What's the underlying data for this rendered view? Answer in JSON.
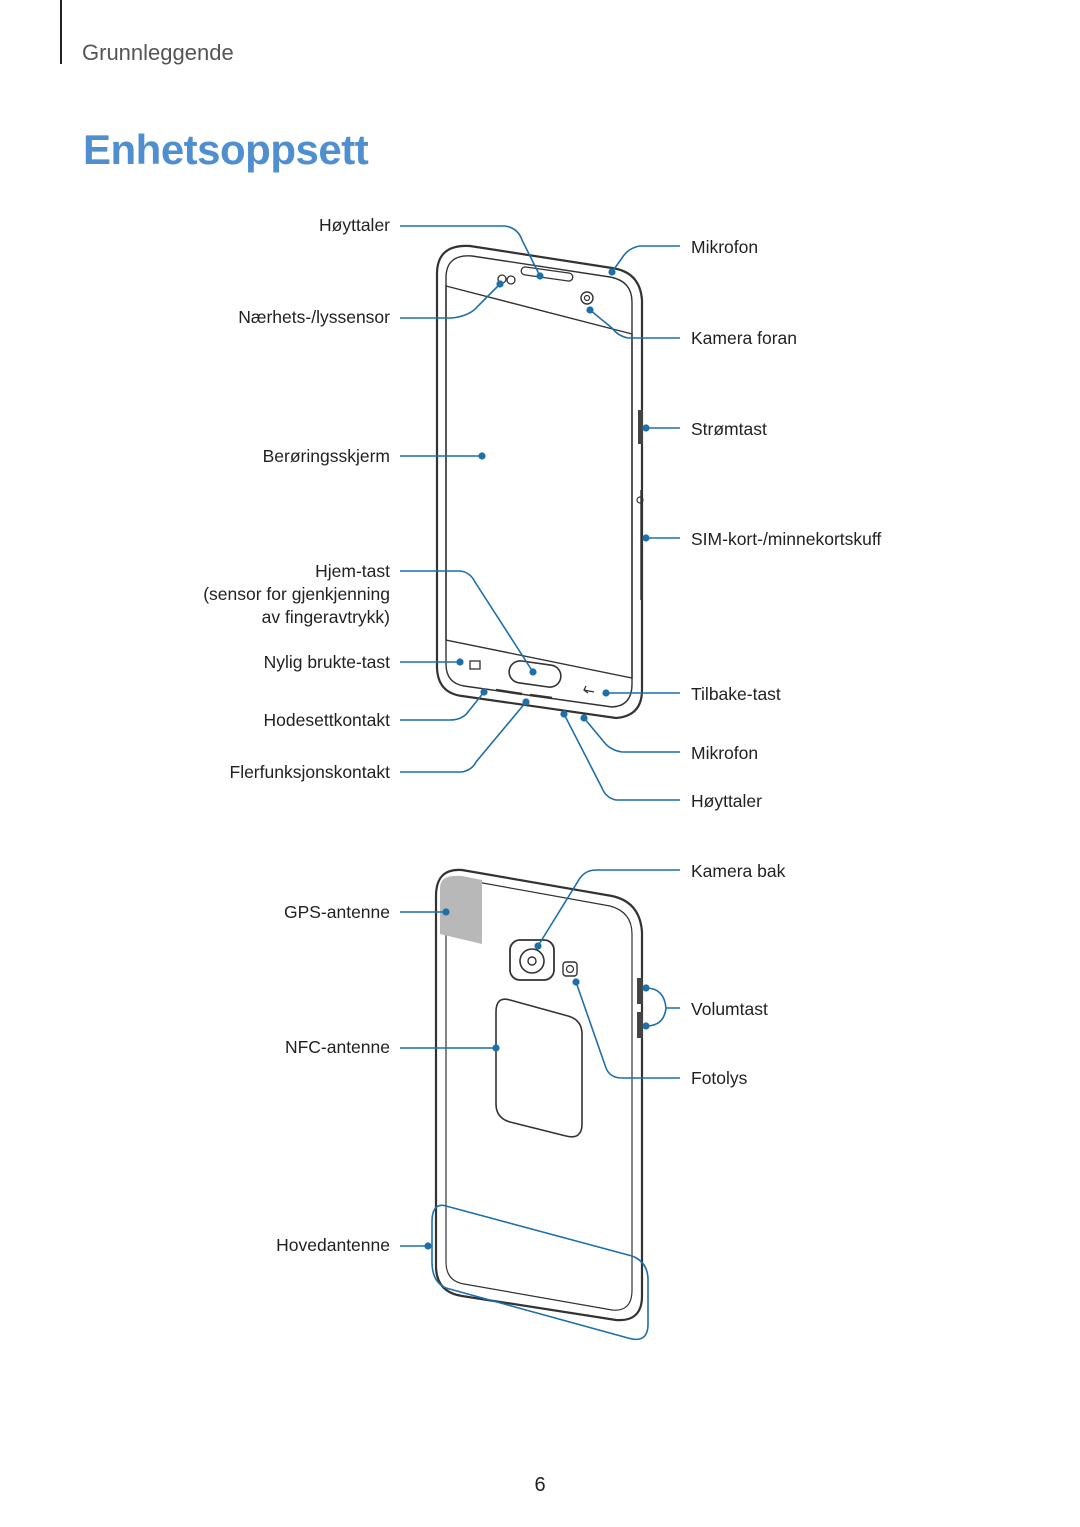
{
  "header": {
    "section": "Grunnleggende"
  },
  "title": "Enhetsoppsett",
  "front_labels": {
    "speaker_top": "Høyttaler",
    "proximity_sensor": "Nærhets-/lyssensor",
    "touchscreen": "Berøringsskjerm",
    "home_key": "Hjem-tast",
    "home_key_note_1": "(sensor for gjenkjenning",
    "home_key_note_2": "av fingeravtrykk)",
    "recent_key": "Nylig brukte-tast",
    "headset_jack": "Hodesettkontakt",
    "multipurpose_jack": "Flerfunksjonskontakt",
    "mic_top": "Mikrofon",
    "front_camera": "Kamera foran",
    "power_key": "Strømtast",
    "sim_tray": "SIM-kort-/minnekortskuff",
    "back_key": "Tilbake-tast",
    "mic_bottom": "Mikrofon",
    "speaker_bottom": "Høyttaler"
  },
  "back_labels": {
    "gps_antenna": "GPS-antenne",
    "nfc_antenna": "NFC-antenne",
    "main_antenna": "Hovedantenne",
    "rear_camera": "Kamera bak",
    "volume_key": "Volumtast",
    "flash": "Fotolys"
  },
  "colors": {
    "accent": "#4f8fd0",
    "callout": "#1f6fa8",
    "gps_area": "#b8b8b8"
  },
  "page_number": "6"
}
